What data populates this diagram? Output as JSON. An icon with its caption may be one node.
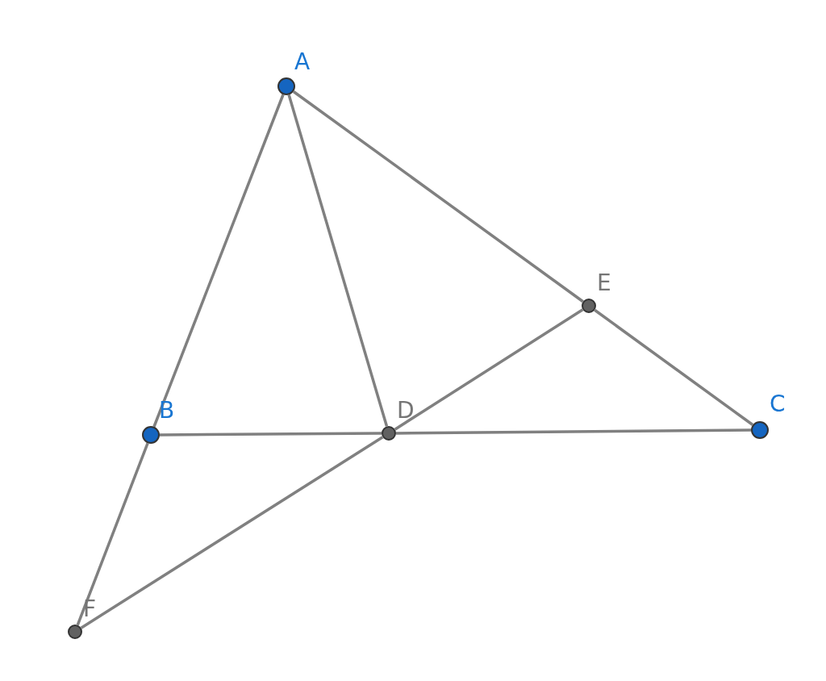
{
  "diagram": {
    "nodes": [
      {
        "text": [
          "A"
        ]
      },
      {
        "text": [
          "B"
        ]
      },
      {
        "text": [
          "C"
        ]
      },
      {
        "text": [
          "D"
        ]
      },
      {
        "text": [
          "E"
        ]
      },
      {
        "text": [
          "F"
        ]
      }
    ],
    "edges": [
      {
        "from": 0,
        "to": 1,
        "arrow": "none"
      },
      {
        "from": 1,
        "to": 5,
        "arrow": "none"
      },
      {
        "from": 0,
        "to": 3,
        "arrow": "none"
      },
      {
        "from": 0,
        "to": 4,
        "arrow": "none"
      },
      {
        "from": 4,
        "to": 2,
        "arrow": "none"
      },
      {
        "from": 1,
        "to": 3,
        "arrow": "none"
      },
      {
        "from": 3,
        "to": 2,
        "arrow": "none"
      },
      {
        "from": 5,
        "to": 3,
        "arrow": "none"
      },
      {
        "from": 3,
        "to": 4,
        "arrow": "none"
      }
    ]
  }
}
